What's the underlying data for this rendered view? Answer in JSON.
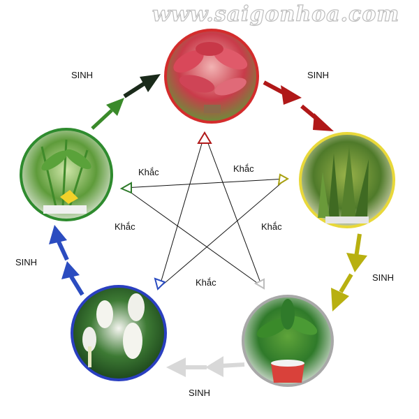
{
  "watermark": "www.saigonhoa.com",
  "labels": {
    "sinh_top_left": "SINH",
    "sinh_top_right": "SINH",
    "sinh_right": "SINH",
    "sinh_bottom": "SINH",
    "sinh_left": "SINH",
    "khac_upper_left": "Khắc",
    "khac_upper_right": "Khắc",
    "khac_mid_left": "Khắc",
    "khac_mid_right": "Khắc",
    "khac_center": "Khắc"
  },
  "colors": {
    "fire": "#d42c2c",
    "earth": "#e8d83a",
    "metal": "#a8a8a8",
    "water": "#2a3fc0",
    "wood": "#2e8b2e",
    "arrow_wood_to_fire_tail": "#3a8a2a",
    "arrow_wood_to_fire_head": "#1a2a1a",
    "arrow_fire_to_earth": "#b01818",
    "arrow_earth_to_metal": "#b8b010",
    "arrow_metal_to_water": "#d8d8d8",
    "arrow_water_to_wood": "#2b4cc0"
  },
  "nodes": [
    {
      "id": "fire",
      "icon": "red-aglaonema-plant"
    },
    {
      "id": "earth",
      "icon": "snake-plant"
    },
    {
      "id": "metal",
      "icon": "potted-green-plant"
    },
    {
      "id": "water",
      "icon": "peace-lily-plant"
    },
    {
      "id": "wood",
      "icon": "bamboo-palm-plant"
    }
  ]
}
